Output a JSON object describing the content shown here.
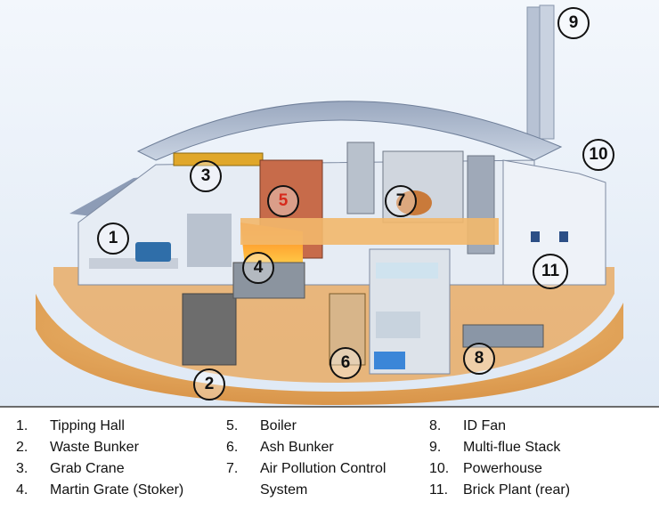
{
  "diagram": {
    "callouts": [
      "1",
      "2",
      "3",
      "4",
      "5",
      "6",
      "7",
      "8",
      "9",
      "10",
      "11"
    ],
    "legend": [
      {
        "num": "1.",
        "text": "Tipping Hall"
      },
      {
        "num": "2.",
        "text": "Waste Bunker"
      },
      {
        "num": "3.",
        "text": "Grab Crane"
      },
      {
        "num": "4.",
        "text": "Martin Grate (Stoker)"
      },
      {
        "num": "5.",
        "text": "Boiler"
      },
      {
        "num": "6.",
        "text": "Ash Bunker"
      },
      {
        "num": "7.",
        "text": "Air Pollution Control"
      },
      {
        "num": "",
        "text": "System"
      },
      {
        "num": "8.",
        "text": "ID Fan"
      },
      {
        "num": "9.",
        "text": "Multi-flue Stack"
      },
      {
        "num": "10.",
        "text": "Powerhouse"
      },
      {
        "num": "11.",
        "text": "Brick Plant (rear)"
      }
    ]
  }
}
